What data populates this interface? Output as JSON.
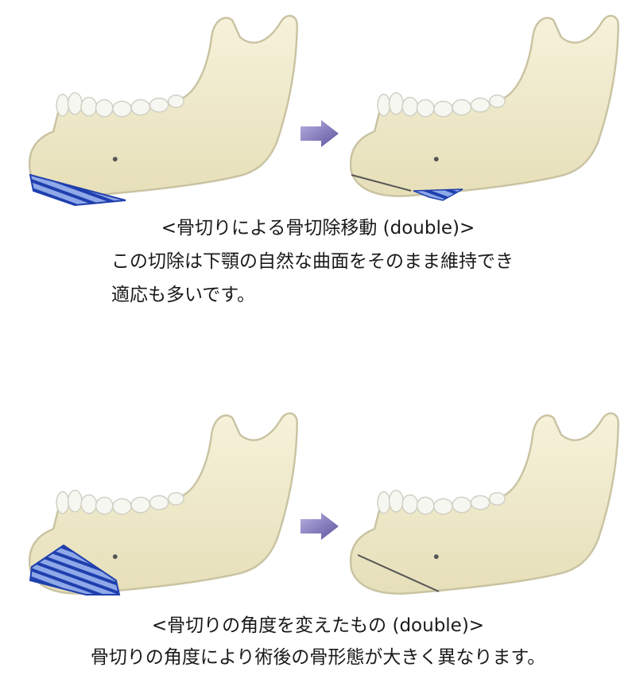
{
  "section1": {
    "caption_title": "<骨切りによる骨切除移動 (double)>",
    "caption_line1": "この切除は下顎の自然な曲面をそのまま維持でき",
    "caption_line2": "適応も多いです。"
  },
  "section2": {
    "caption_title": "<骨切りの角度を変えたもの (double)>",
    "caption_line1": "骨切りの角度により術後の骨形態が大きく異なります。"
  },
  "colors": {
    "bone": "#f0ebcc",
    "bone_outline": "#c9c3a2",
    "teeth": "#f7f7f2",
    "cut_stripe_dark": "#1f3fae",
    "cut_stripe_light": "#8fa8e8",
    "arrow": "#7a72b6"
  }
}
